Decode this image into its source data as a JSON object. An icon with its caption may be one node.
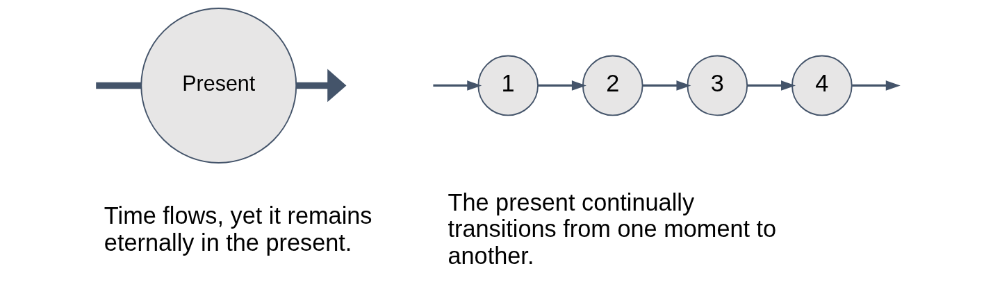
{
  "diagram": {
    "nodes": [
      {
        "text": [
          "Present"
        ]
      },
      {
        "text": [
          "1"
        ]
      },
      {
        "text": [
          "2"
        ]
      },
      {
        "text": [
          "3"
        ]
      },
      {
        "text": [
          "4"
        ]
      }
    ],
    "edges": [
      {
        "from": null,
        "to": 0,
        "arrow": "none",
        "style": "thick"
      },
      {
        "from": 0,
        "to": null,
        "arrow": "to",
        "style": "thick"
      },
      {
        "from": null,
        "to": 1,
        "arrow": "to"
      },
      {
        "from": 1,
        "to": 2,
        "arrow": "to"
      },
      {
        "from": 2,
        "to": 3,
        "arrow": "to"
      },
      {
        "from": 3,
        "to": 4,
        "arrow": "to"
      },
      {
        "from": 4,
        "to": null,
        "arrow": "to"
      }
    ],
    "labels": [
      "Time flows, yet it remains eternally in the present.",
      "The present continually transitions from one moment to another."
    ]
  }
}
